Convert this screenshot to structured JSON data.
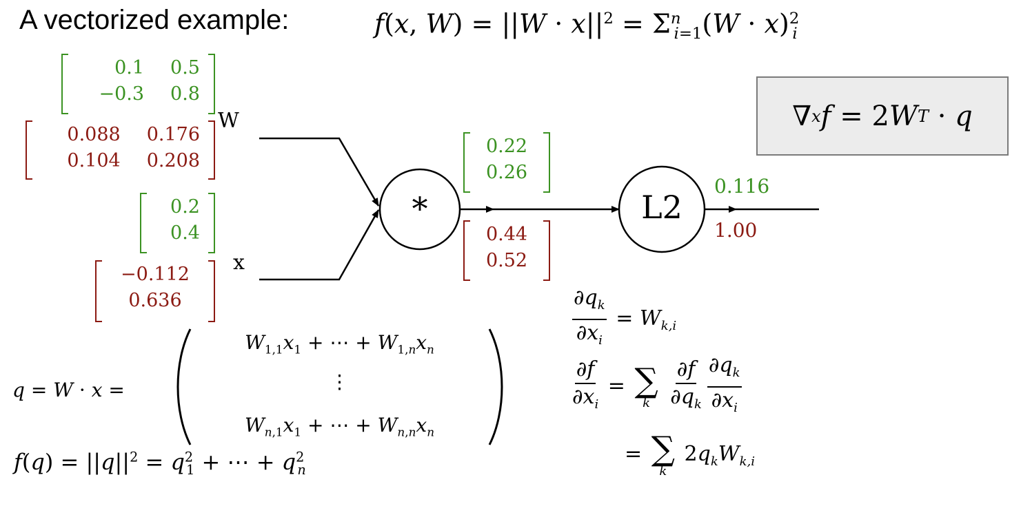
{
  "title": {
    "text": "A vectorized example:",
    "formula": "f(x, W) = ||W · x||² = Σ_{i=1}^{n} (W · x)_i²"
  },
  "colors": {
    "forward_value": "#3b9222",
    "gradient_value": "#8b1a12",
    "highlight_box_bg": "#ececec",
    "highlight_box_border": "#7a7a7a"
  },
  "graph": {
    "inputs": {
      "W": {
        "label": "W",
        "value": [
          [
            "0.1",
            "0.5"
          ],
          [
            "−0.3",
            "0.8"
          ]
        ],
        "gradient": [
          [
            "0.088",
            "0.176"
          ],
          [
            "0.104",
            "0.208"
          ]
        ]
      },
      "x": {
        "label": "x",
        "value": [
          "0.2",
          "0.4"
        ],
        "gradient": [
          "−0.112",
          "0.636"
        ]
      }
    },
    "nodes": [
      {
        "id": "mul",
        "label": "*"
      },
      {
        "id": "l2",
        "label": "L2"
      }
    ],
    "edges": {
      "mul_to_l2": {
        "value": [
          "0.22",
          "0.26"
        ],
        "gradient": [
          "0.44",
          "0.52"
        ]
      },
      "output": {
        "value": "0.116",
        "gradient": "1.00"
      }
    }
  },
  "highlight": {
    "formula": "∇ₓf = 2Wᵀ · q"
  },
  "equations": {
    "q_def": "q = W · x = ( W₁,₁x₁ + ⋯ + W₁,ₙxₙ ; ⋮ ; Wₙ,₁x₁ + ⋯ + Wₙ,ₙxₙ )",
    "q_row1": "W₁,₁x₁ + ⋯ + W₁,ₙxₙ",
    "q_row2": "⋮",
    "q_row3": "Wₙ,₁x₁ + ⋯ + Wₙ,ₙxₙ",
    "f_def": "f(q) = ||q||² = q₁² + ⋯ + qₙ²",
    "dq_dx": "∂q_k/∂x_i = W_{k,i}",
    "df_dx": "∂f/∂x_i = Σ_k (∂f/∂q_k)(∂q_k/∂x_i)",
    "df_dx_result": "= Σ_k 2 q_k W_{k,i}"
  }
}
